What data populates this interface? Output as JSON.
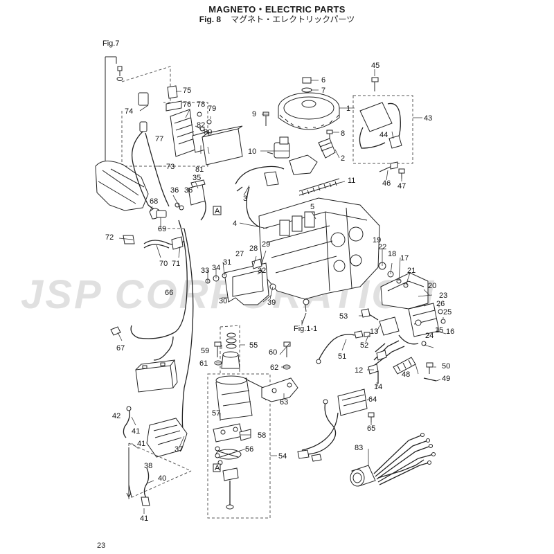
{
  "header": {
    "title": "MAGNETO・ELECTRIC PARTS",
    "fig_label": "Fig. 8",
    "title_jp": "マグネト・エレクトリックパーツ"
  },
  "watermark": "JSP CORPORATION",
  "page_number": "23",
  "references": {
    "fig7": "Fig.7",
    "fig1_1": "Fig.1-1",
    "markA": "A"
  },
  "callouts": [
    "1",
    "2",
    "3",
    "4",
    "5",
    "6",
    "7",
    "8",
    "9",
    "10",
    "11",
    "12",
    "13",
    "14",
    "15",
    "16",
    "17",
    "18",
    "19",
    "20",
    "21",
    "22",
    "23",
    "24",
    "25",
    "26",
    "27",
    "28",
    "29",
    "30",
    "31",
    "32",
    "33",
    "34",
    "35",
    "36",
    "37",
    "38",
    "39",
    "40",
    "41",
    "42",
    "43",
    "44",
    "45",
    "46",
    "47",
    "48",
    "49",
    "50",
    "51",
    "52",
    "53",
    "54",
    "55",
    "56",
    "57",
    "58",
    "59",
    "60",
    "61",
    "62",
    "63",
    "64",
    "65",
    "66",
    "67",
    "68",
    "69",
    "70",
    "71",
    "72",
    "73",
    "74",
    "75",
    "76",
    "77",
    "78",
    "79",
    "80",
    "81",
    "82",
    "83"
  ]
}
